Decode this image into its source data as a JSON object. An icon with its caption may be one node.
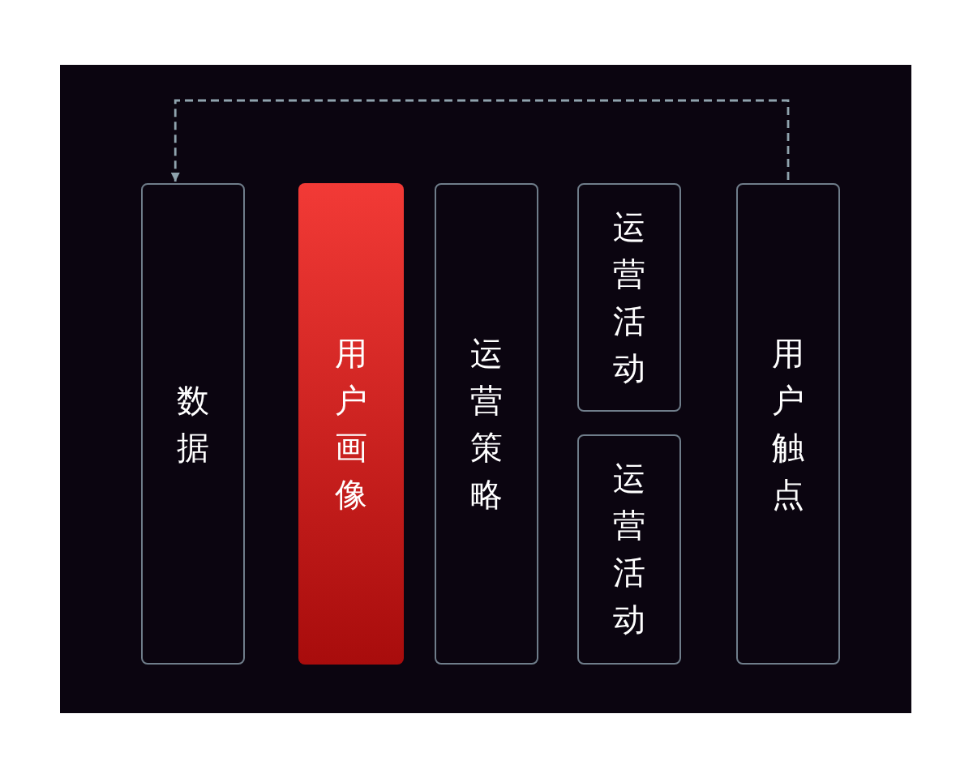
{
  "diagram": {
    "nodes": [
      {
        "text": [
          "数据"
        ]
      },
      {
        "text": [
          "用户画像"
        ]
      },
      {
        "text": [
          "运营策略"
        ]
      },
      {
        "text": [
          "运营活动"
        ]
      },
      {
        "text": [
          "运营活动"
        ]
      },
      {
        "text": [
          "用户触点"
        ]
      }
    ],
    "edges": [
      {
        "from": 5,
        "to": 0,
        "arrow": "to",
        "style": "dashed"
      }
    ]
  }
}
